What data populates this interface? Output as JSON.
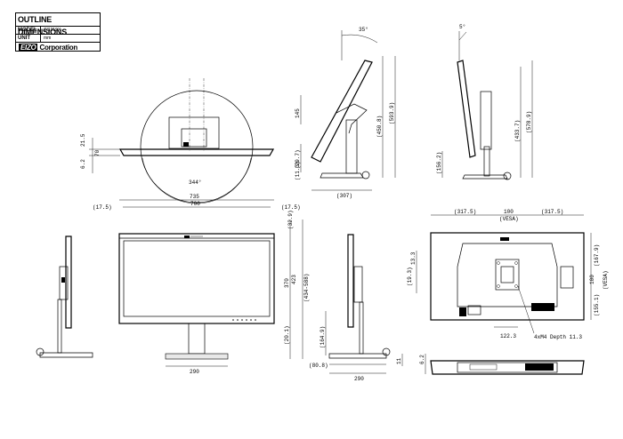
{
  "title_block": {
    "heading": "OUTLINE DIMENSIONS",
    "model_label": "MODEL",
    "model_value": "CG319X",
    "unit_label": "UNIT",
    "unit_value": "mm",
    "brand_mark": "EIZO",
    "company": "Corporation"
  },
  "top_view": {
    "angle": "344°",
    "dim_left_a": "21.5",
    "dim_left_b": "70",
    "dim_left_c": "6.2"
  },
  "tilt_view": {
    "angle": "35°",
    "dims": [
      "145",
      "(29.7)",
      "(11.3)",
      "(450.8)",
      "(593.9)",
      "(307)"
    ]
  },
  "side_view_top": {
    "angle": "5°",
    "dims": [
      "(156.2)",
      "(433.7)",
      "(578.9)"
    ]
  },
  "front_view": {
    "width_total": "735",
    "width_inner": "700",
    "margin_left": "(17.5)",
    "margin_right": "(17.5)",
    "dims_right": [
      "(32.9)",
      "370",
      "423",
      "(434-588)",
      "(20.1)"
    ],
    "base_width": "290"
  },
  "side_view_bottom": {
    "dims": [
      "(164.9)",
      "(80.8)",
      "290"
    ],
    "small": "11"
  },
  "rear_view": {
    "top_dims": [
      "(317.5)",
      "100",
      "(317.5)"
    ],
    "vesa_label_top": "(VESA)",
    "left_dims": [
      "13.3",
      "(19.3)"
    ],
    "right_dims": [
      "(167.9)",
      "100",
      "(VESA)",
      "(155.1)"
    ],
    "bottom_dim": "122.3",
    "screw_note": "4xM4 Depth 11.3"
  },
  "bottom_view": {
    "dim": "6.2"
  }
}
